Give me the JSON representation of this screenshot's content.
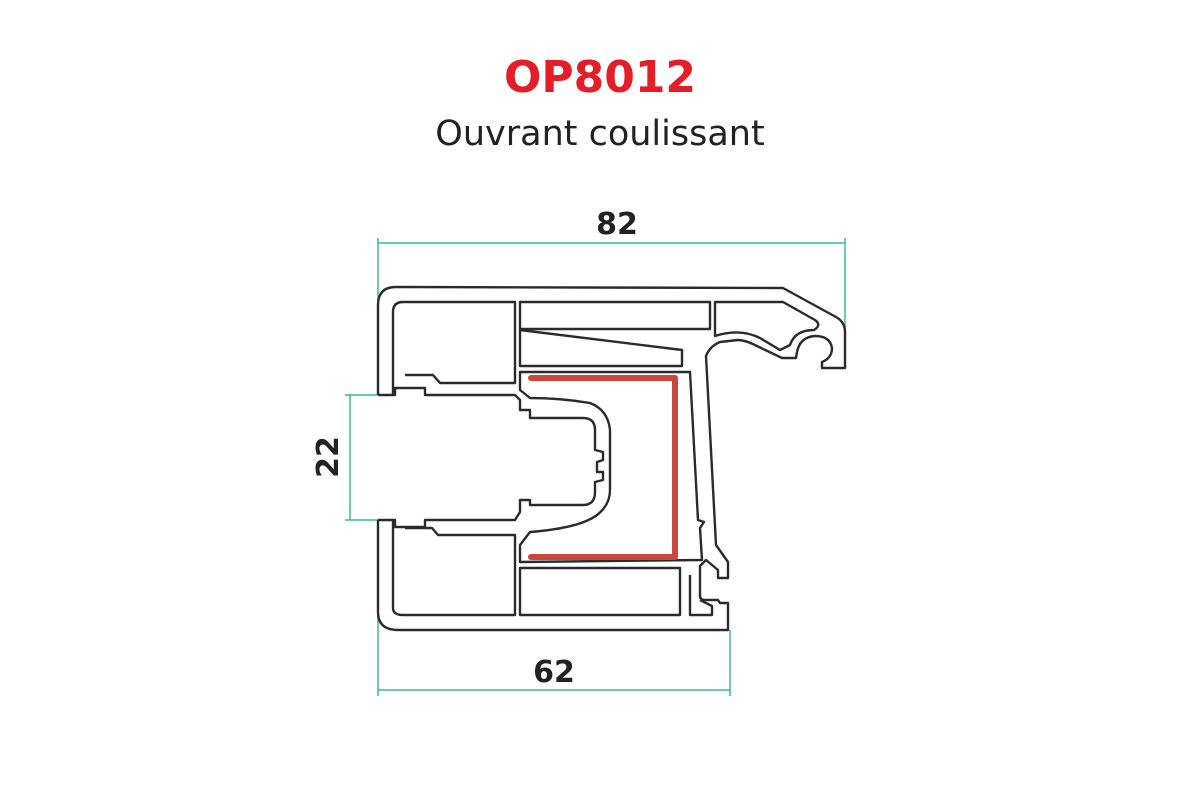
{
  "title": "OP8012",
  "subtitle": "Ouvrant coulissant",
  "dimensions": {
    "width_top": "82",
    "width_bottom": "62",
    "glazing": "22"
  },
  "colors": {
    "title": "#e41e26",
    "dimension_lines": "#3cb89c",
    "reinforcement": "#c8473f"
  }
}
